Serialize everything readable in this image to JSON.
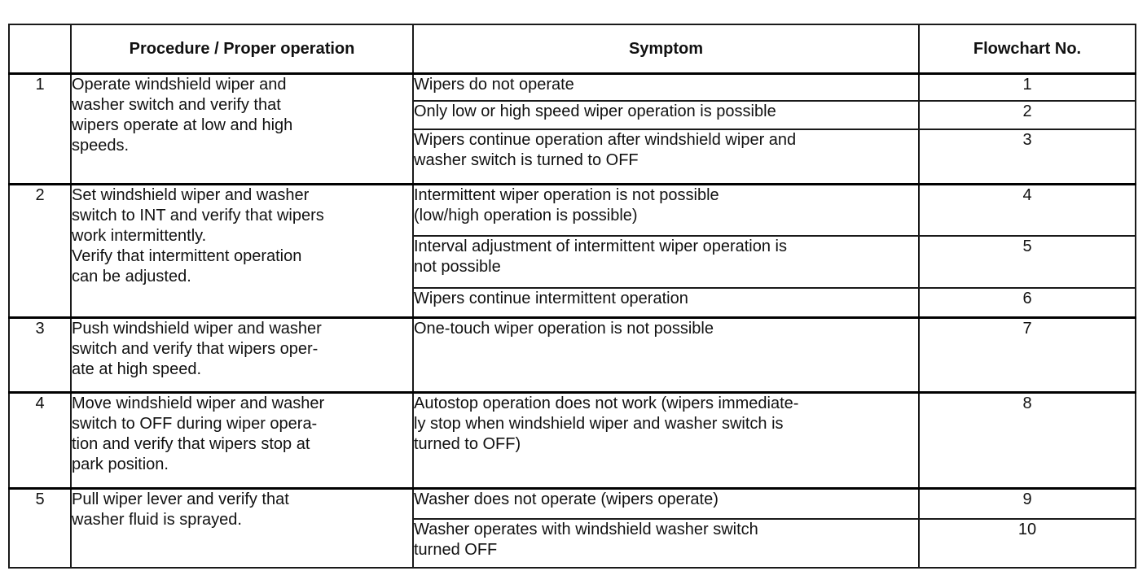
{
  "headers": {
    "num": "",
    "procedure": "Procedure / Proper operation",
    "symptom": "Symptom",
    "flowchart": "Flowchart No."
  },
  "groups": [
    {
      "num": "1",
      "procedure": "Operate windshield wiper and\nwasher switch and verify that\nwipers operate at low and high\nspeeds.",
      "rows": [
        {
          "symptom": "Wipers do not operate",
          "flowchart": "1"
        },
        {
          "symptom": "Only low or high speed wiper operation is possible",
          "flowchart": "2"
        },
        {
          "symptom": "Wipers continue operation after windshield wiper and\nwasher switch is turned to OFF",
          "flowchart": "3"
        }
      ]
    },
    {
      "num": "2",
      "procedure": "Set windshield wiper and washer\nswitch to INT and verify that wipers\nwork intermittently.\nVerify that intermittent operation\ncan be adjusted.",
      "rows": [
        {
          "symptom": "Intermittent wiper operation is not possible\n(low/high operation is possible)",
          "flowchart": "4"
        },
        {
          "symptom": "Interval adjustment of intermittent wiper operation is\nnot possible",
          "flowchart": "5"
        },
        {
          "symptom": "Wipers continue intermittent operation",
          "flowchart": "6"
        }
      ]
    },
    {
      "num": "3",
      "procedure": "Push windshield wiper and washer\nswitch and verify that wipers oper-\nate at high speed.",
      "rows": [
        {
          "symptom": "One-touch wiper operation is not possible",
          "flowchart": "7"
        }
      ]
    },
    {
      "num": "4",
      "procedure": "Move windshield wiper and washer\nswitch to OFF during wiper opera-\ntion and verify that wipers stop at\npark position.",
      "rows": [
        {
          "symptom": "Autostop operation does not work (wipers immediate-\nly stop when windshield wiper and washer switch is\nturned to OFF)",
          "flowchart": "8"
        }
      ]
    },
    {
      "num": "5",
      "procedure": "Pull wiper lever and verify that\nwasher fluid is sprayed.",
      "rows": [
        {
          "symptom": "Washer does not operate (wipers operate)",
          "flowchart": "9"
        },
        {
          "symptom": "Washer operates with windshield washer switch\nturned OFF",
          "flowchart": "10"
        }
      ]
    }
  ]
}
